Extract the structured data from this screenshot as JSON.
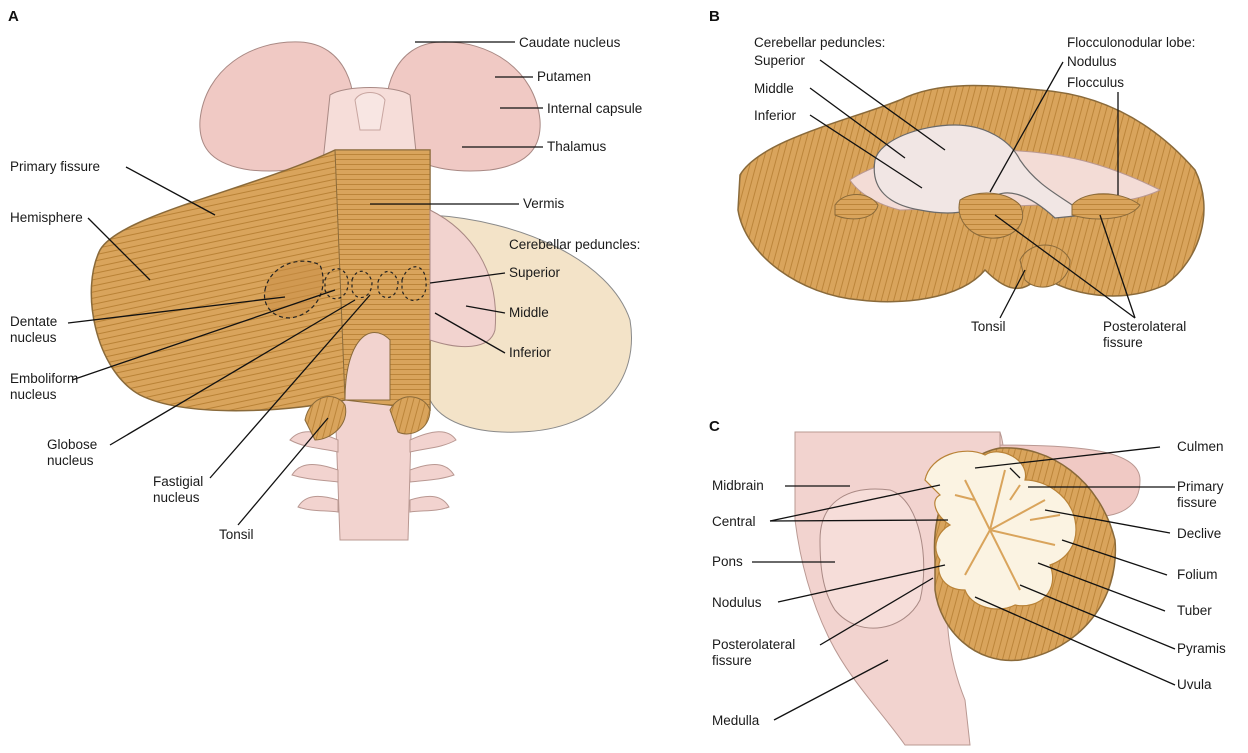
{
  "panels": {
    "a": "A",
    "b": "B",
    "c": "C"
  },
  "panel_a": {
    "caudate_nucleus": "Caudate nucleus",
    "putamen": "Putamen",
    "internal_capsule": "Internal capsule",
    "thalamus": "Thalamus",
    "primary_fissure": "Primary fissure",
    "hemisphere": "Hemisphere",
    "vermis": "Vermis",
    "cerebellar_peduncles": "Cerebellar peduncles:",
    "superior": "Superior",
    "middle": "Middle",
    "inferior": "Inferior",
    "dentate_nucleus": [
      "Dentate",
      "nucleus"
    ],
    "emboliform_nucleus": [
      "Emboliform",
      "nucleus"
    ],
    "globose_nucleus": [
      "Globose",
      "nucleus"
    ],
    "fastigial_nucleus": [
      "Fastigial",
      "nucleus"
    ],
    "tonsil": "Tonsil"
  },
  "panel_b": {
    "cerebellar_peduncles": "Cerebellar peduncles:",
    "superior": "Superior",
    "middle": "Middle",
    "inferior": "Inferior",
    "flocculonodular_lobe": "Flocculonodular lobe:",
    "nodulus": "Nodulus",
    "flocculus": "Flocculus",
    "tonsil": "Tonsil",
    "posterolateral_fissure": [
      "Posterolateral",
      "fissure"
    ]
  },
  "panel_c": {
    "midbrain": "Midbrain",
    "central": "Central",
    "pons": "Pons",
    "nodulus": "Nodulus",
    "posterolateral_fissure": [
      "Posterolateral",
      "fissure"
    ],
    "medulla": "Medulla",
    "culmen": "Culmen",
    "primary_fissure": [
      "Primary",
      "fissure"
    ],
    "declive": "Declive",
    "folium": "Folium",
    "tuber": "Tuber",
    "pyramis": "Pyramis",
    "uvula": "Uvula"
  },
  "colors": {
    "cerebellum": "#d9a45c",
    "cerebellum_dark": "#b98236",
    "brainstem": "#f2d3cf",
    "brainstem_dark": "#e2b3ad",
    "peduncle_cut": "#f3e3c8",
    "white_matter": "#fbf3e2"
  }
}
